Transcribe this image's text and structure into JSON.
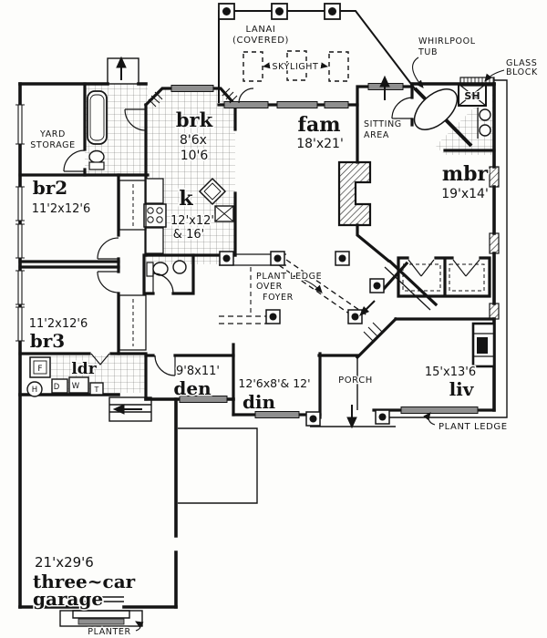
{
  "plan": {
    "type": "house-floor-plan",
    "colors": {
      "ink": "#141414",
      "paper": "#fdfdfb",
      "window_gray": "#8f8f8f"
    },
    "labels": {
      "lanai1": "LANAI",
      "lanai2": "(COVERED)",
      "skylight": "SKYLIGHT",
      "whirlpool1": "WHIRLPOOL",
      "whirlpool2": "TUB",
      "glass1": "GLASS",
      "glass2": "BLOCK",
      "sh": "SH",
      "yard1": "YARD",
      "yard2": "STORAGE",
      "sitting1": "SITTING",
      "sitting2": "AREA",
      "plf1": "PLANT LEDGE",
      "plf2": "OVER",
      "plf3": "FOYER",
      "plant_ledge": "PLANT LEDGE",
      "porch": "PORCH",
      "planter": "PLANTER",
      "brk": "brk",
      "brk_d1": "8'6x",
      "brk_d2": "10'6",
      "fam": "fam",
      "fam_d": "18'x21'",
      "mbr": "mbr",
      "mbr_d": "19'x14'",
      "br2": "br2",
      "br2_d": "11'2x12'6",
      "k": "k",
      "k_d1": "12'x12'",
      "k_d2": "& 16'",
      "br3": "br3",
      "br3_d": "11'2x12'6",
      "ldr": "ldr",
      "den": "den",
      "den_d": "9'8x11'",
      "din": "din",
      "din_d": "12'6x8'& 12'",
      "liv": "liv",
      "liv_d": "15'x13'6",
      "gar_d": "21'x29'6",
      "gar1": "three~car",
      "gar2": "garage",
      "f": "F",
      "h": "H",
      "d": "D",
      "w": "W",
      "t": "T"
    }
  }
}
